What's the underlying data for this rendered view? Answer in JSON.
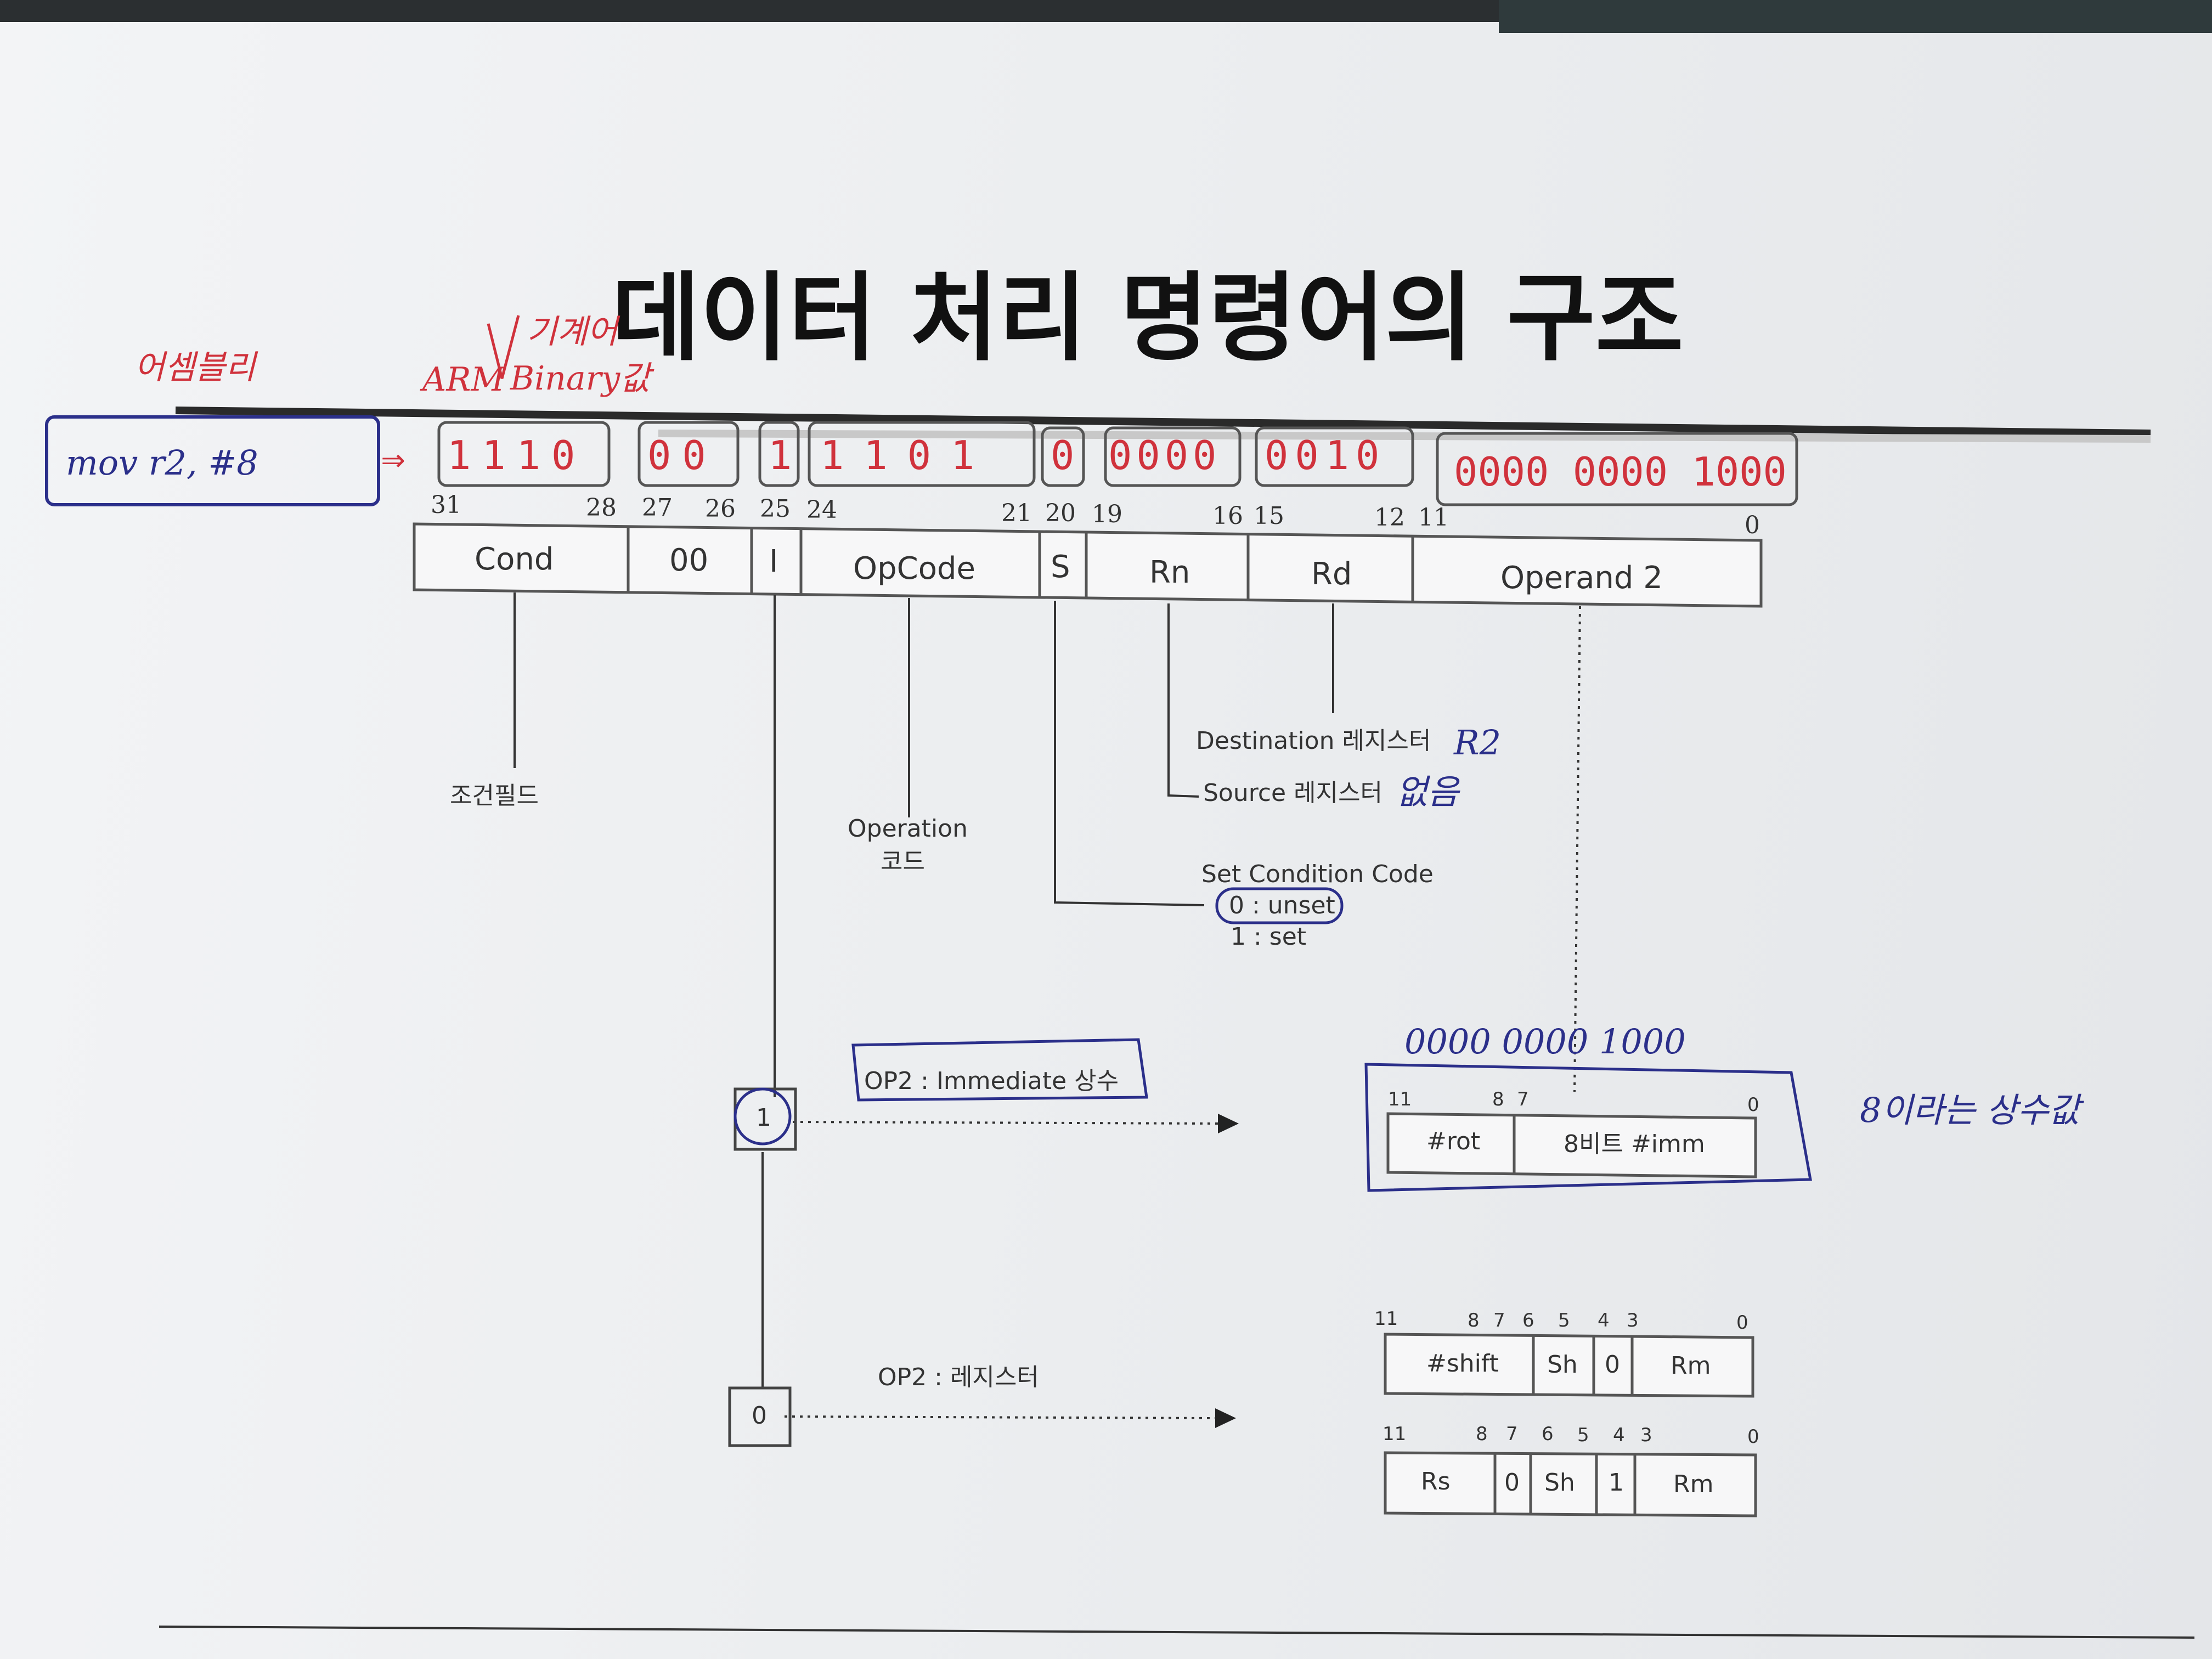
{
  "title": "데이터 처리 명령어의 구조",
  "annotations": {
    "assembly_label": "어셈블리",
    "arm_label": "ARM",
    "machine_label": "기계어",
    "binary_label": "Binary값",
    "instruction": "mov  r2, #8",
    "arrow": "⇒",
    "bits": [
      "1110",
      "00",
      "1",
      "1101",
      "0",
      "0000",
      "0010",
      "0000 0000 1000"
    ],
    "dest_note": "R2",
    "source_note": "없음",
    "imm_bits": "0000  0000  1000",
    "const_note": "8이라는 상수값"
  },
  "format": {
    "bit_positions": [
      "31",
      "28",
      "27",
      "26",
      "25",
      "24",
      "21",
      "20",
      "19",
      "16",
      "15",
      "12",
      "11",
      "0"
    ],
    "fields": [
      "Cond",
      "00",
      "I",
      "OpCode",
      "S",
      "Rn",
      "Rd",
      "Operand 2"
    ]
  },
  "labels": {
    "cond": "조건필드",
    "operation_1": "Operation",
    "operation_2": "코드",
    "destination": "Destination 레지스터",
    "source": "Source 레지스터",
    "setcc": "Set Condition Code",
    "unset": "0 : unset",
    "set": "1 : set",
    "op2_imm": "OP2 : Immediate 상수",
    "op2_reg": "OP2 : 레지스터",
    "i_one": "1",
    "i_zero": "0"
  },
  "imm_format": {
    "bits": [
      "11",
      "8",
      "7",
      "0"
    ],
    "fields": [
      "#rot",
      "8비트 #imm"
    ]
  },
  "shift_imm_format": {
    "bits": [
      "11",
      "8",
      "7",
      "6",
      "5",
      "4",
      "3",
      "0"
    ],
    "fields": [
      "#shift",
      "Sh",
      "0",
      "Rm"
    ]
  },
  "shift_reg_format": {
    "bits": [
      "11",
      "8",
      "7",
      "6",
      "5",
      "4",
      "3",
      "0"
    ],
    "fields": [
      "Rs",
      "0",
      "Sh",
      "1",
      "Rm"
    ]
  }
}
